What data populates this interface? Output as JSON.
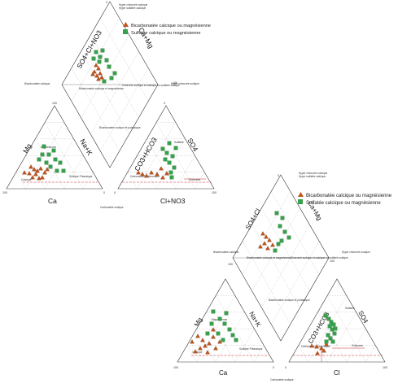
{
  "colors": {
    "triangle_marker": "#c0541c",
    "square_marker": "#35a14a",
    "red_line": "#c8262c",
    "frame": "#333333"
  },
  "icons": {
    "triangle": "triangle-marker-icon",
    "square": "square-marker-icon"
  },
  "legend": {
    "bicarbonate": "Bicarbonatée calcique ou magnésienne",
    "sulfate": "Sulfatée calcique ou magnésienne"
  },
  "top_diagram": {
    "axes": {
      "cation_left": "Mg",
      "cation_right": "Na+K",
      "cation_bottom": "Ca",
      "anion_left": "CO3+HCO3",
      "anion_right": "SO4",
      "anion_bottom": "Cl+NO3",
      "diamond_left": "SO4+Cl+NO3",
      "diamond_right": "Ca+Mg"
    },
    "ticks": {
      "t0": "0",
      "t100": "100"
    },
    "notes": {
      "top_right_1": "Hyper chlorurée calcique",
      "top_right_2": "Hyper sulfatée calcique",
      "left_mid": "Bicarbonatée calcique",
      "center_left": "Bicarbonatée calcique et magnésienne",
      "center_right": "Chlorurée sodique et calcique ou sulfatée sodique",
      "right_mid": "Hyper chlorurée sodique",
      "center_low": "Bicarbonatée sodique et potassique",
      "cation_note_1": "Magnésienne",
      "cation_note_2": "Calcique",
      "cation_note_3": "Sodique Potassique",
      "anion_note_1": "Sulfatée",
      "anion_note_2": "Chlorurée",
      "anion_note_3": "Carbonatée bicarbonatée",
      "bottom_center": "Carbonatée sodique"
    }
  },
  "bottom_diagram": {
    "axes": {
      "cation_left": "Mg",
      "cation_right": "Na+K",
      "cation_bottom": "Ca",
      "anion_left": "CO3+HCO3",
      "anion_right": "SO4",
      "anion_bottom": "Cl",
      "diamond_left": "SO4+Cl",
      "diamond_right": "Ca+Mg"
    },
    "ticks": {
      "t0": "0",
      "t100": "100"
    },
    "notes": {
      "top_right_1": "Hyper chlorurée calcique",
      "top_right_2": "Hyper sulfatée calcique",
      "left_mid": "Bicarbonatée calcique",
      "center_left": "Bicarbonatée calcique et magnésienne",
      "center_right": "Chlorurée sodique et calcique ou sulfatée sodique",
      "right_mid": "Hyper chlorurée sodique",
      "center_low": "Bicarbonatée sodique et potassique",
      "cation_note_1": "Magnésienne",
      "cation_note_2": "Calcique",
      "cation_note_3": "Sodique Potassique",
      "anion_note_1": "Sulfatée",
      "anion_note_2": "Chlorurée",
      "anion_note_3": "Carbonatée bicarbonatée",
      "bottom_center": "Carbonatée sodique"
    }
  }
}
